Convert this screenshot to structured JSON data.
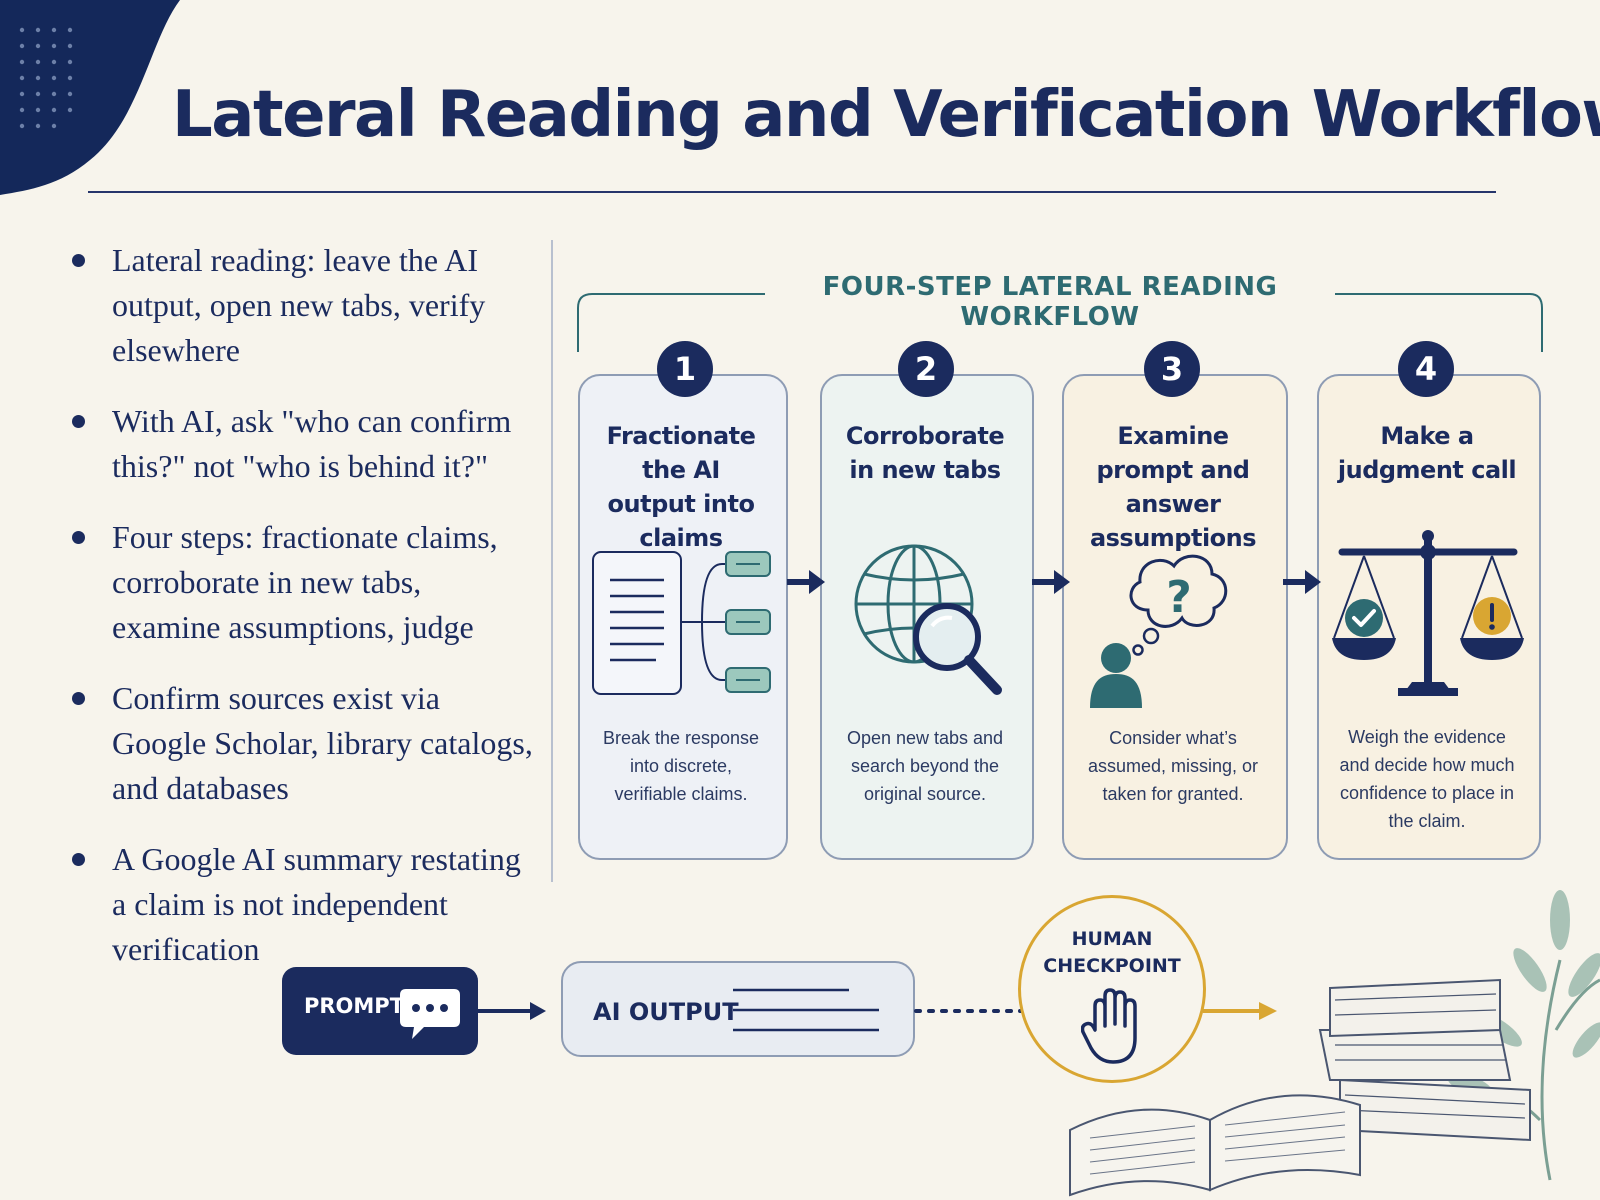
{
  "title": "Lateral Reading and Verification Workflows",
  "bullets": [
    "Lateral reading: leave the AI output, open new tabs, verify elsewhere",
    "With AI, ask \"who can confirm this?\" not \"who is behind it?\"",
    "Four steps: fractionate claims, corroborate in new tabs, examine assumptions, judge",
    "Confirm sources exist via Google Scholar, library catalogs, and databases",
    "A Google AI summary restating a claim is not independent verification"
  ],
  "workflow": {
    "title": "FOUR-STEP LATERAL READING WORKFLOW",
    "steps": [
      {
        "number": "1",
        "title": "Fractionate the AI output into claims",
        "description": "Break the response into discrete, verifiable claims.",
        "icon": "document-claims-icon"
      },
      {
        "number": "2",
        "title": "Corroborate in new tabs",
        "description": "Open new tabs and search beyond the original source.",
        "icon": "globe-search-icon"
      },
      {
        "number": "3",
        "title": "Examine prompt and answer assumptions",
        "description": "Consider what’s assumed, missing, or taken for granted.",
        "icon": "person-question-icon"
      },
      {
        "number": "4",
        "title": "Make a judgment call",
        "description": "Weigh the evidence and decide how much confidence to place in the claim.",
        "icon": "balance-scale-icon"
      }
    ]
  },
  "flow": {
    "prompt_label": "PROMPT",
    "ai_output_label": "AI OUTPUT",
    "checkpoint_label": "HUMAN CHECKPOINT"
  },
  "colors": {
    "navy": "#1b2b5e",
    "teal": "#2e6b72",
    "gold": "#d9a632",
    "background": "#f7f4ec"
  }
}
